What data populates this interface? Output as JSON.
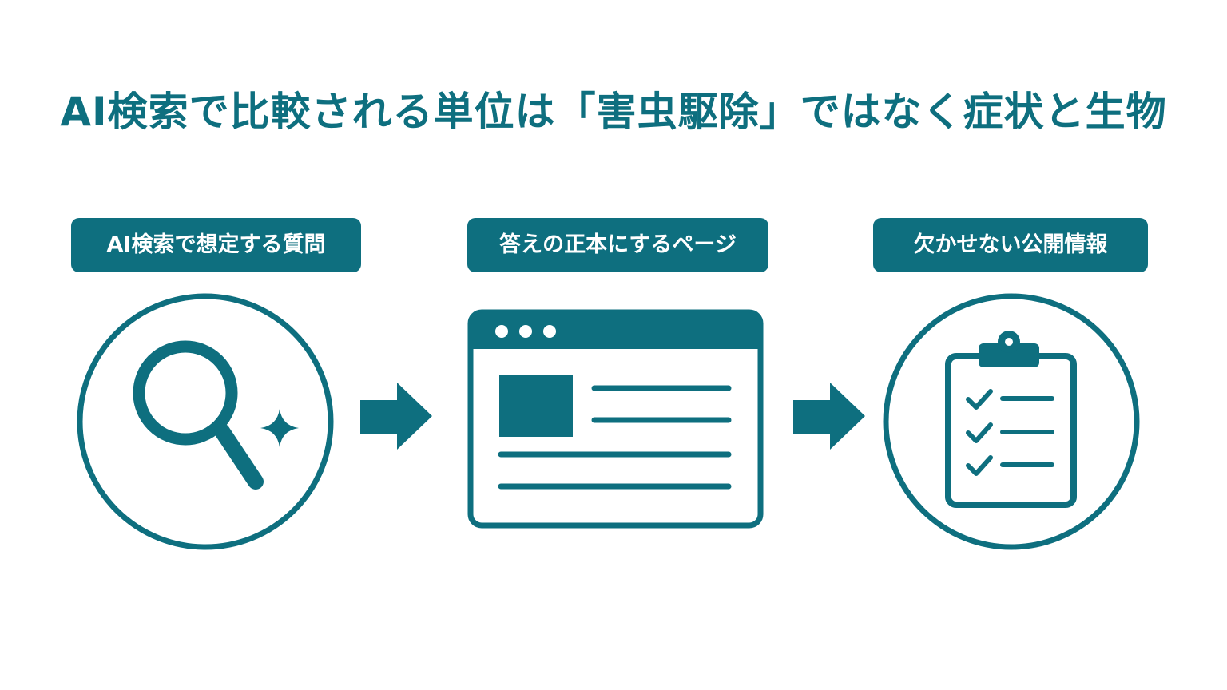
{
  "title": "AI検索で比較される単位は「害虫駆除」ではなく症状と生物",
  "steps": [
    {
      "label": "AI検索で想定する質問",
      "icon": "magnifier-sparkle-icon"
    },
    {
      "label": "答えの正本にするページ",
      "icon": "browser-page-icon"
    },
    {
      "label": "欠かせない公開情報",
      "icon": "clipboard-checklist-icon"
    }
  ],
  "colors": {
    "accent": "#0e6f7f",
    "background": "#ffffff"
  }
}
